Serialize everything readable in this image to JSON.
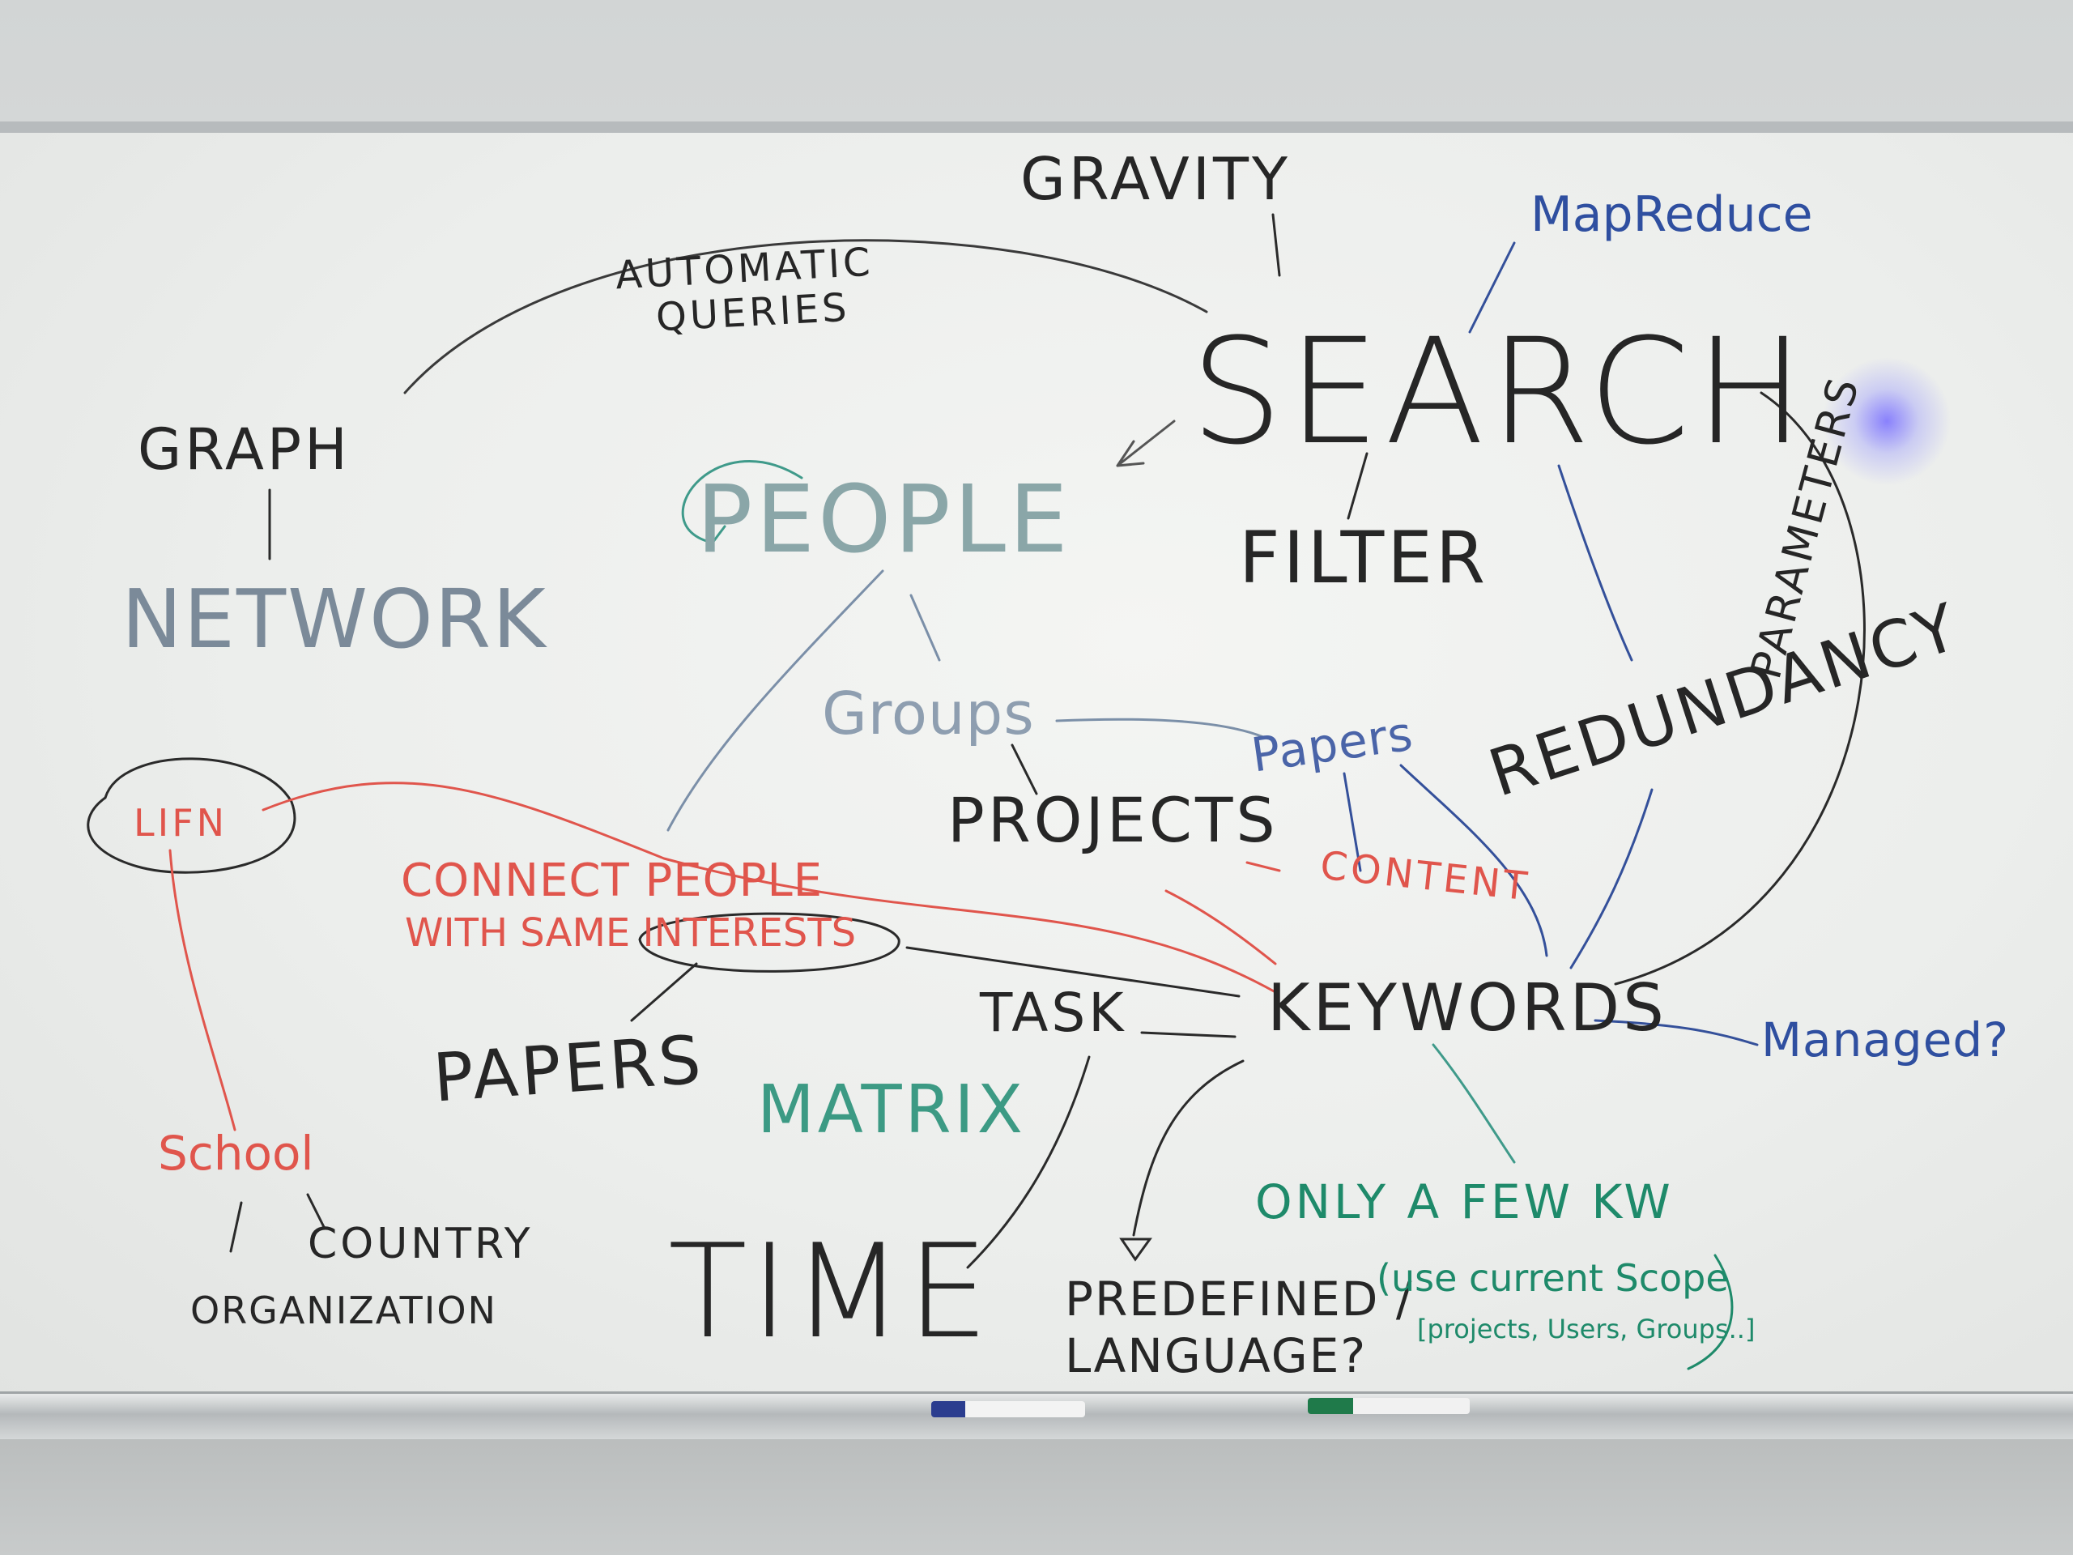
{
  "words": {
    "gravity": "GRAVITY",
    "mapreduce": "MapReduce",
    "automatic_queries_1": "AUTOMATIC",
    "automatic_queries_2": "QUERIES",
    "search": "SEARCH",
    "graph": "GRAPH",
    "network": "NETWORK",
    "people": "PEOPLE",
    "filter": "FILTER",
    "parameters": "PARAMETERS",
    "redundancy": "REDUNDANCY",
    "groups": "Groups",
    "papers_top": "Papers",
    "lifn": "LIFN",
    "projects": "PROJECTS",
    "content": "CONTENT",
    "connect_1": "CONNECT PEOPLE",
    "connect_2": "WITH SAME INTERESTS",
    "task": "TASK",
    "keywords": "KEYWORDS",
    "managed": "Managed?",
    "papers_bottom": "PAPERS",
    "matrix": "MATRIX",
    "school": "School",
    "country": "COUNTRY",
    "organization": "ORGANIZATION",
    "time": "TIME",
    "only_few_kw": "ONLY A FEW KW",
    "predefined_1": "PREDEFINED /",
    "predefined_2": "LANGUAGE?",
    "scope_1": "(use current Scope",
    "scope_2": "[projects, Users, Groups..]"
  },
  "colors": {
    "black_ink": "#262626",
    "gray_blue_ink": "#7b8a99",
    "teal_ink": "#3f9a8a",
    "green_ink": "#1e8a6a",
    "red_ink": "#e0554c",
    "blue_ink": "#2f4fa0"
  }
}
